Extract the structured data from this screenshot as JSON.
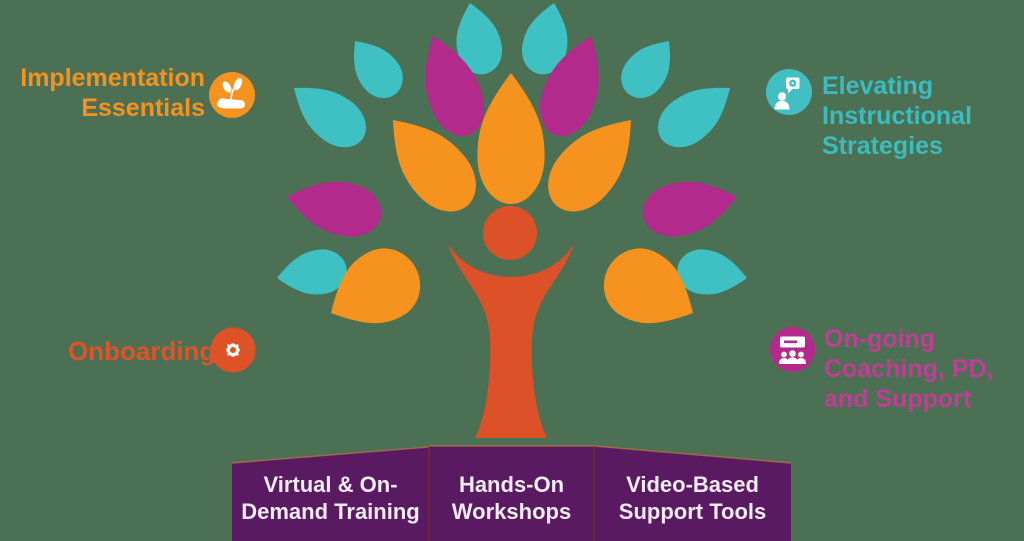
{
  "labels": {
    "implementation_essentials": {
      "lines": [
        "Implementation",
        "Essentials"
      ],
      "color": "#F6921E"
    },
    "elevating_instructional": {
      "lines": [
        "Elevating",
        "Instructional",
        "Strategies"
      ],
      "color": "#3BBCBE"
    },
    "onboarding": {
      "lines": [
        "Onboarding"
      ],
      "color": "#DF5426"
    },
    "ongoing_coaching": {
      "lines": [
        "On-going",
        "Coaching, PD,",
        "and Support"
      ],
      "color": "#C33C96"
    }
  },
  "boxes": [
    {
      "lines": [
        "Virtual & On-",
        "Demand Training"
      ]
    },
    {
      "lines": [
        "Hands-On",
        "Workshops"
      ]
    },
    {
      "lines": [
        "Video-Based",
        "Support Tools"
      ]
    }
  ],
  "icons": {
    "implementation": "hand-sprout-icon",
    "elevating": "person-speech-bubble-icon",
    "onboarding": "gear-icon",
    "ongoing": "presentation-group-icon"
  },
  "colors": {
    "background": "#4B7053",
    "leaf_orange": "#F6921E",
    "leaf_magenta": "#B32A8D",
    "leaf_teal": "#3FC0C3",
    "trunk_red": "#DC5127",
    "box_purple": "#5A1A62",
    "box_text": "#F2ECF4"
  }
}
